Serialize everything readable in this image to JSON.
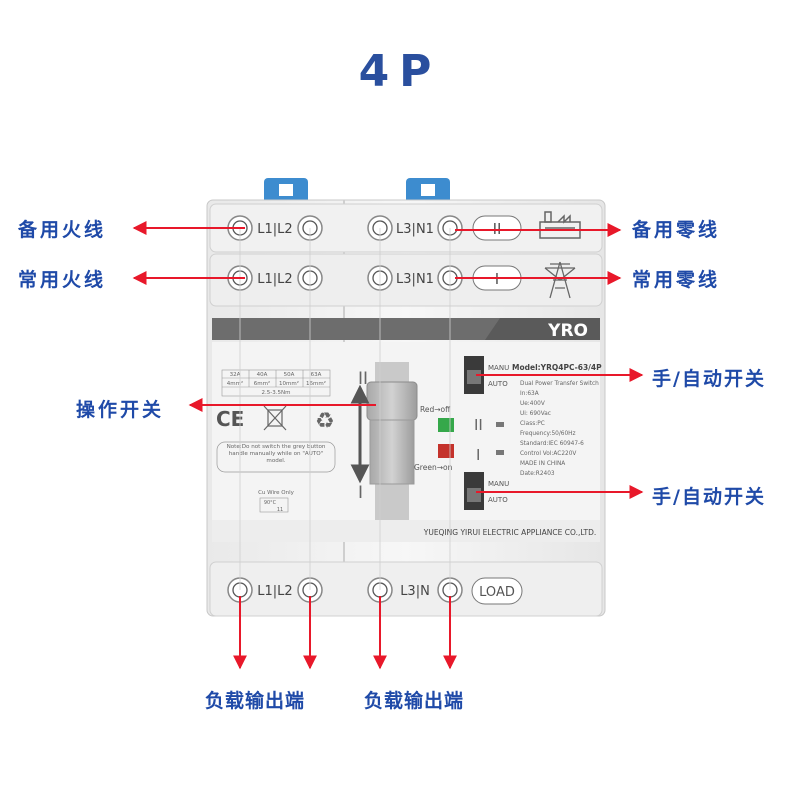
{
  "title": "4P",
  "callouts": {
    "backup_live": "备用火线",
    "normal_live": "常用火线",
    "backup_neutral": "备用零线",
    "normal_neutral": "常用零线",
    "operating_switch": "操作开关",
    "manual_auto_top": "手/自动开关",
    "manual_auto_bottom": "手/自动开关",
    "load_left": "负载输出端",
    "load_right": "负载输出端"
  },
  "terminals": {
    "top_row1_left": "L1|L2",
    "top_row1_right": "L3|N1",
    "top_row1_badge": "II",
    "top_row2_left": "L1|L2",
    "top_row2_right": "L3|N1",
    "top_row2_badge": "I",
    "bottom_left": "L1|L2",
    "bottom_right": "L3|N",
    "bottom_badge": "LOAD"
  },
  "device": {
    "brand": "YRO",
    "manu_label": "MANU",
    "auto_label": "AUTO",
    "model": "Model:YRQ4PC-63/4P",
    "specs": [
      "Dual Power Transfer Switch",
      "In:63A",
      "Ue:400V",
      "Ui: 690Vac",
      "Class:PC",
      "Frequency:50/60Hz",
      "Standard:IEC 60947-6",
      "Control Vol:AC220V",
      "MADE IN CHINA",
      "Date:R2403"
    ],
    "indicator_ii": "II",
    "indicator_i": "I",
    "handle_ii": "II",
    "handle_i": "I",
    "red_label": "Red→off",
    "green_label": "Green→on",
    "ratings_row1": [
      "32A",
      "40A",
      "50A",
      "63A"
    ],
    "ratings_row2": [
      "4mm²",
      "6mm²",
      "10mm²",
      "16mm²"
    ],
    "torque": "2.5-3.5Nm",
    "ce": "CE",
    "note": "Note:Do not switch the grey button handle manually while on \"AUTO\" model.",
    "wire_label": "Cu Wire Only",
    "wire_temp": "90°C",
    "wire_len": "11",
    "manufacturer": "YUEQING YIRUI ELECTRIC APPLIANCE CO.,LTD."
  },
  "colors": {
    "title": "#2a4f9e",
    "callout": "#1f4aa8",
    "arrow": "#e8182a",
    "clip": "#3d8ccf",
    "indicator_green": "#35a84a",
    "indicator_red": "#c4322b"
  }
}
